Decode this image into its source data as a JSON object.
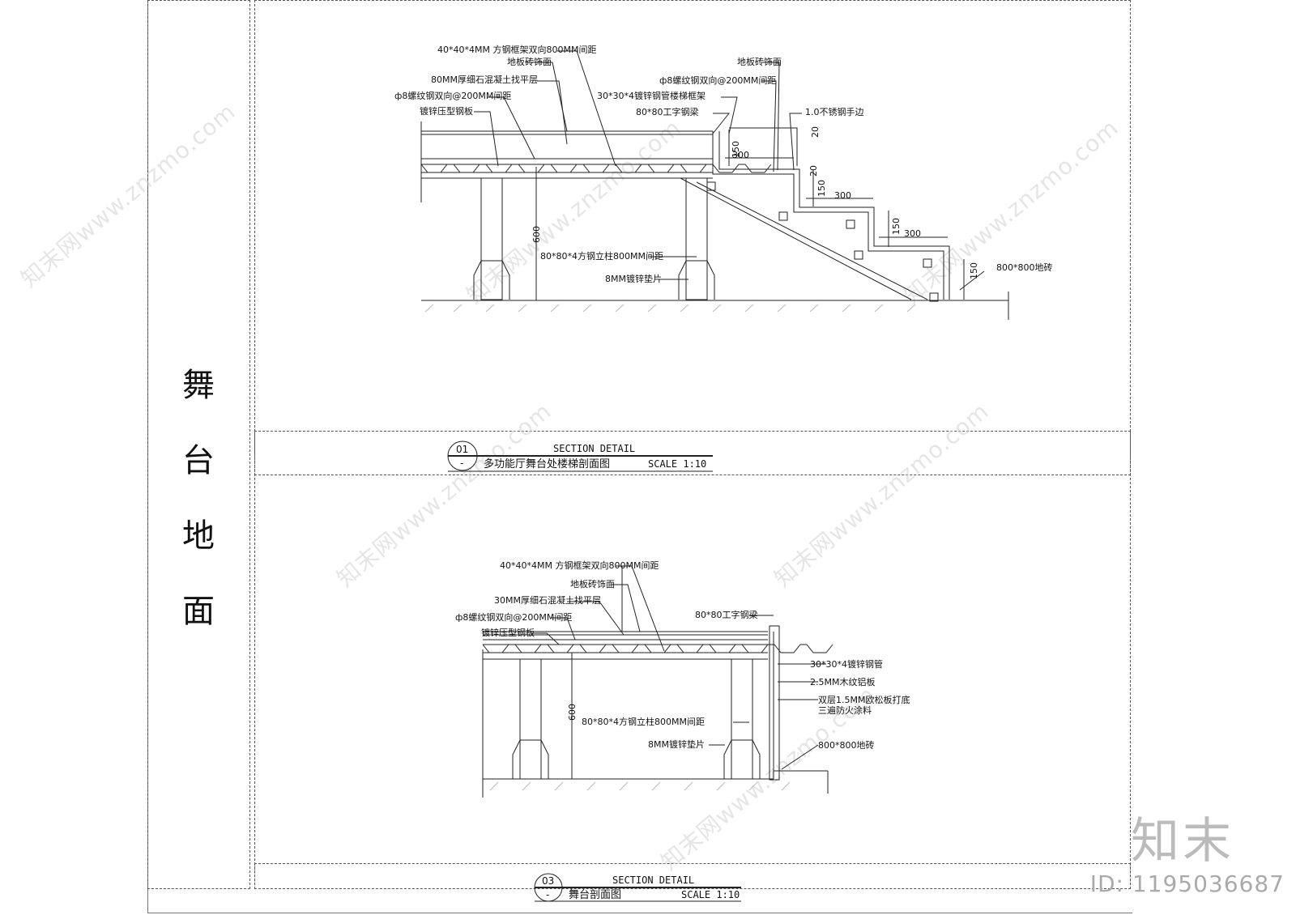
{
  "side_title": [
    "舞",
    "台",
    "地",
    "面"
  ],
  "watermarks": [
    "知末网www.znzmo.com",
    "知末网www.znzmo.com",
    "知末网www.znzmo.com",
    "知末网www.znzmo.com",
    "知末网www.znzmo.com",
    "知末网www.znzmo.com"
  ],
  "brand": {
    "logo": "知末",
    "id": "ID: 1195036687"
  },
  "drawing1": {
    "labels": {
      "l1": "40*40*4MM 方钢框架双向800MM间距",
      "l2": "地板砖饰面",
      "l3": "80MM厚细石混凝土找平层",
      "l4": "ф8螺纹钢双向@200MM间距",
      "l5": "镀锌压型钢板",
      "r1": "地板砖饰面",
      "r2": "ф8螺纹钢双向@200MM间距",
      "r3": "30*30*4镀锌钢管楼梯框架",
      "r4": "80*80工字钢梁",
      "r5": "1.0不锈钢手边",
      "c1": "80*80*4方钢立柱800MM间距",
      "c2": "8MM镀锌垫片",
      "tile": "800*800地砖"
    },
    "dims": {
      "h600": "600",
      "d300a": "300",
      "d300b": "300",
      "d300c": "300",
      "d150a": "150",
      "d150b": "150",
      "d150c": "150",
      "d150d": "150",
      "d20a": "20",
      "d20b": "20"
    },
    "title": {
      "number": "01",
      "dash": "-",
      "heading": "SECTION DETAIL",
      "name": "多功能厅舞台处楼梯剖面图",
      "scale": "SCALE 1:10"
    }
  },
  "drawing2": {
    "labels": {
      "l1": "40*40*4MM 方钢框架双向800MM间距",
      "l2": "地板砖饰面",
      "l3": "30MM厚细石混凝土找平层",
      "l4": "ф8螺纹钢双向@200MM间距",
      "l5": "镀锌压型钢板",
      "beam": "80*80工字钢梁",
      "r1": "30*30*4镀锌钢管",
      "r2": "2.5MM木纹铝板",
      "r3a": "双层1.5MM欧松板打底",
      "r3b": "三遍防火涂料",
      "tile": "800*800地砖",
      "c1": "80*80*4方钢立柱800MM间距",
      "c2": "8MM镀锌垫片"
    },
    "dims": {
      "h600": "600"
    },
    "title": {
      "number": "03",
      "dash": "-",
      "heading": "SECTION DETAIL",
      "name": "舞台剖面图",
      "scale": "SCALE 1:10"
    }
  }
}
